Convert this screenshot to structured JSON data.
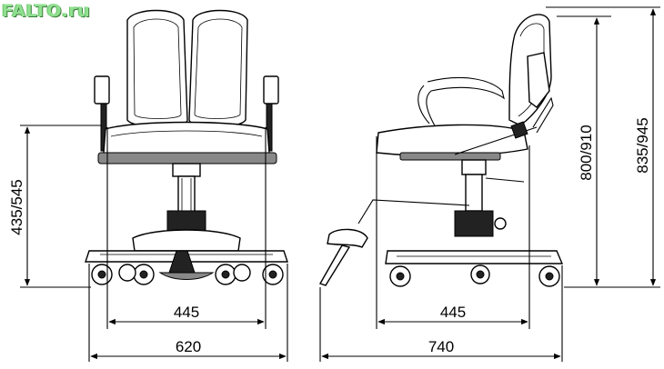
{
  "logo": {
    "text": "FALTO.ru"
  },
  "front_view": {
    "seat_width": "445",
    "base_width": "620",
    "seat_height": "435/545"
  },
  "side_view": {
    "seat_depth": "445",
    "base_depth": "740",
    "back_height": "800/910",
    "total_height": "835/945"
  }
}
